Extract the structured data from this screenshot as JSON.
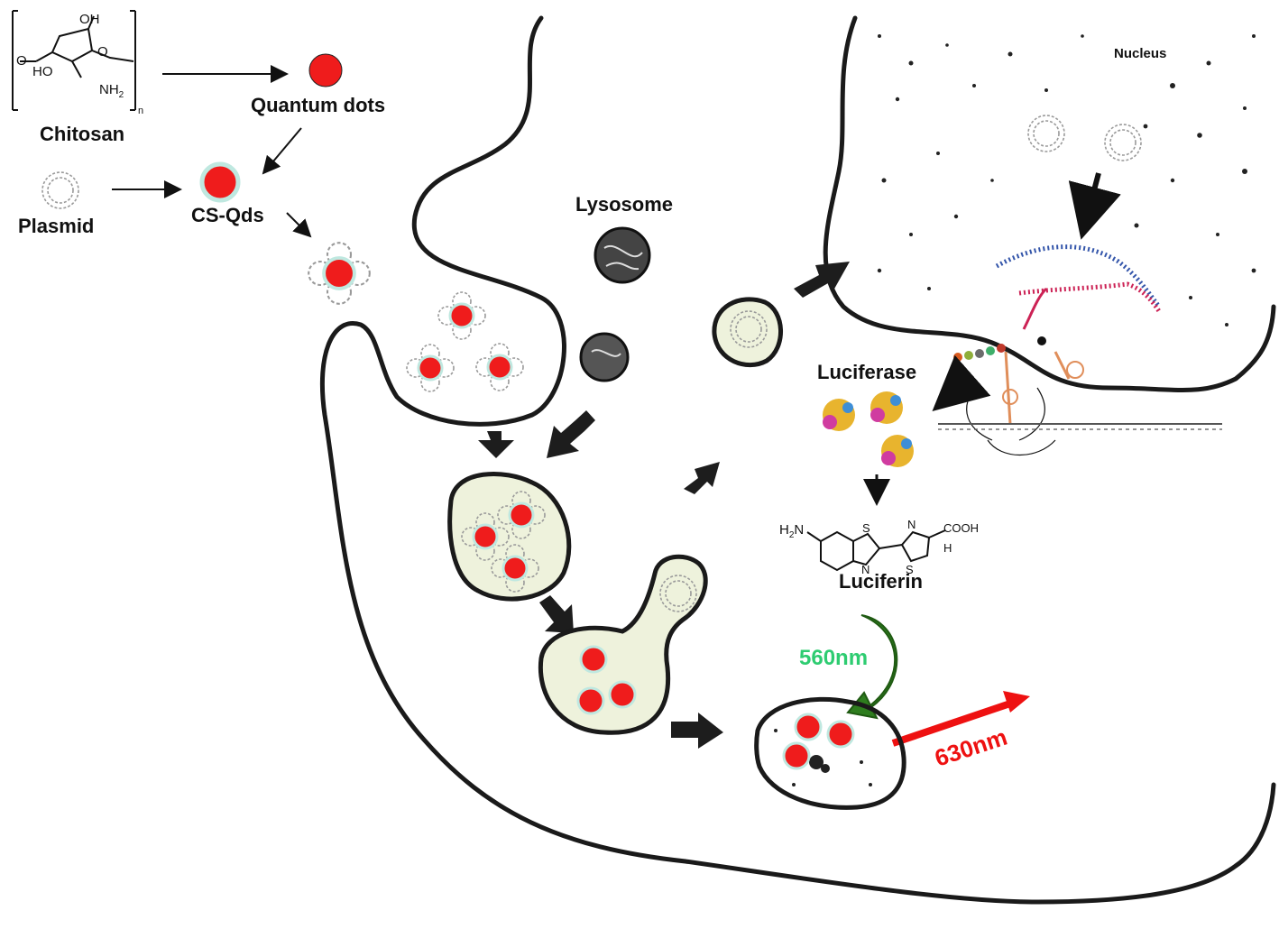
{
  "labels": {
    "chitosan": "Chitosan",
    "quantum_dots": "Quantum dots",
    "plasmid": "Plasmid",
    "cs_qds": "CS-Qds",
    "lysosome": "Lysosome",
    "nucleus": "Nucleus",
    "luciferase": "Luciferase",
    "luciferin": "Luciferin",
    "emission_green": "560nm",
    "emission_red": "630nm"
  },
  "chitosan_structure": {
    "oh_top": "OH",
    "ho": "HO",
    "o_ring": "O",
    "o_link": "O",
    "nh2": "NH",
    "nh2_sub": "2",
    "n_sub": "n"
  },
  "luciferin_structure": {
    "h2n": "H",
    "h2n_sub": "2",
    "h2n_tail": "N",
    "s1": "S",
    "n1": "N",
    "n2": "N",
    "s2": "S",
    "cooh": "COOH",
    "h": "H"
  },
  "colors": {
    "quantum_dot": "#ef1c1c",
    "qd_shell": "#bfe8e0",
    "vesicle_fill": "#eef2dc",
    "green_arrow": "#2e7d1e",
    "green_label": "#2ecc71",
    "red_arrow": "#ee1111"
  }
}
